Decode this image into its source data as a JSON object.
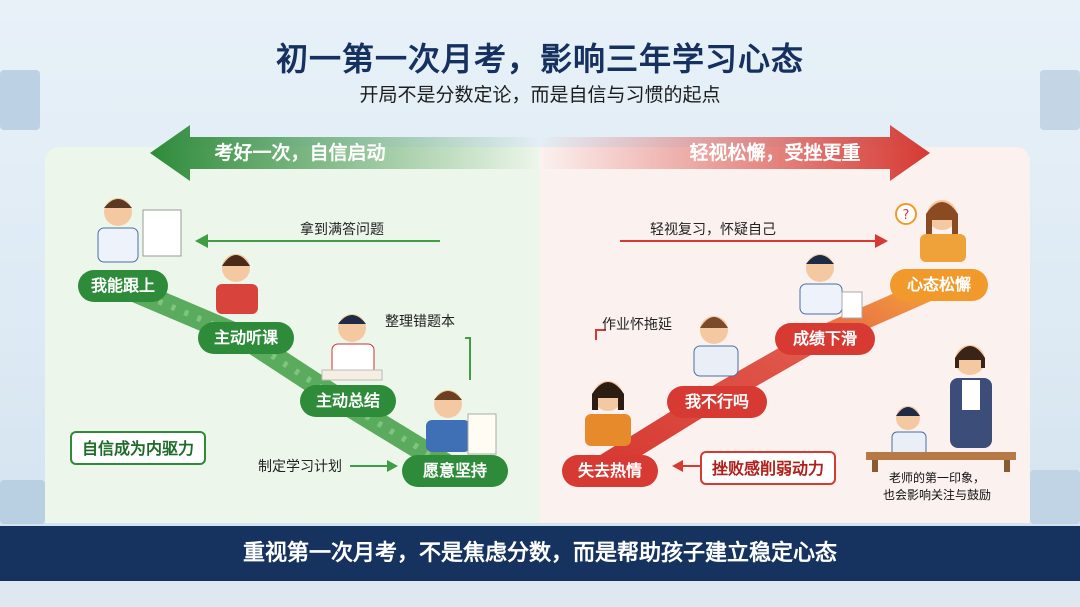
{
  "title": "初一第一次月考，影响三年学习心态",
  "subtitle": "开局不是分数定论，而是自信与习惯的起点",
  "left": {
    "banner": "考好一次，自信启动",
    "steps": [
      "我能跟上",
      "主动听课",
      "主动总结",
      "愿意坚持"
    ],
    "arrow_note": "拿到满答问题",
    "note_review": "整理错题本",
    "note_plan": "制定学习计划",
    "drive_box": "自信成为内驱力"
  },
  "right": {
    "banner": "轻视松懈，受挫更重",
    "steps": [
      "失去热情",
      "我不行吗",
      "成绩下滑",
      "心态松懈"
    ],
    "arrow_note": "轻视复习，怀疑自己",
    "note_homework": "作业怀拖延",
    "defeat_box": "挫败感削弱动力",
    "teacher_caption_line1": "老师的第一印象，",
    "teacher_caption_line2": "也会影响关注与鼓励"
  },
  "footer": "重视第一次月考，不是焦虑分数，而是帮助孩子建立稳定心态",
  "colors": {
    "green": "#2e8b3a",
    "red": "#d63a33",
    "orange": "#f19a2b",
    "navy": "#15335e"
  }
}
